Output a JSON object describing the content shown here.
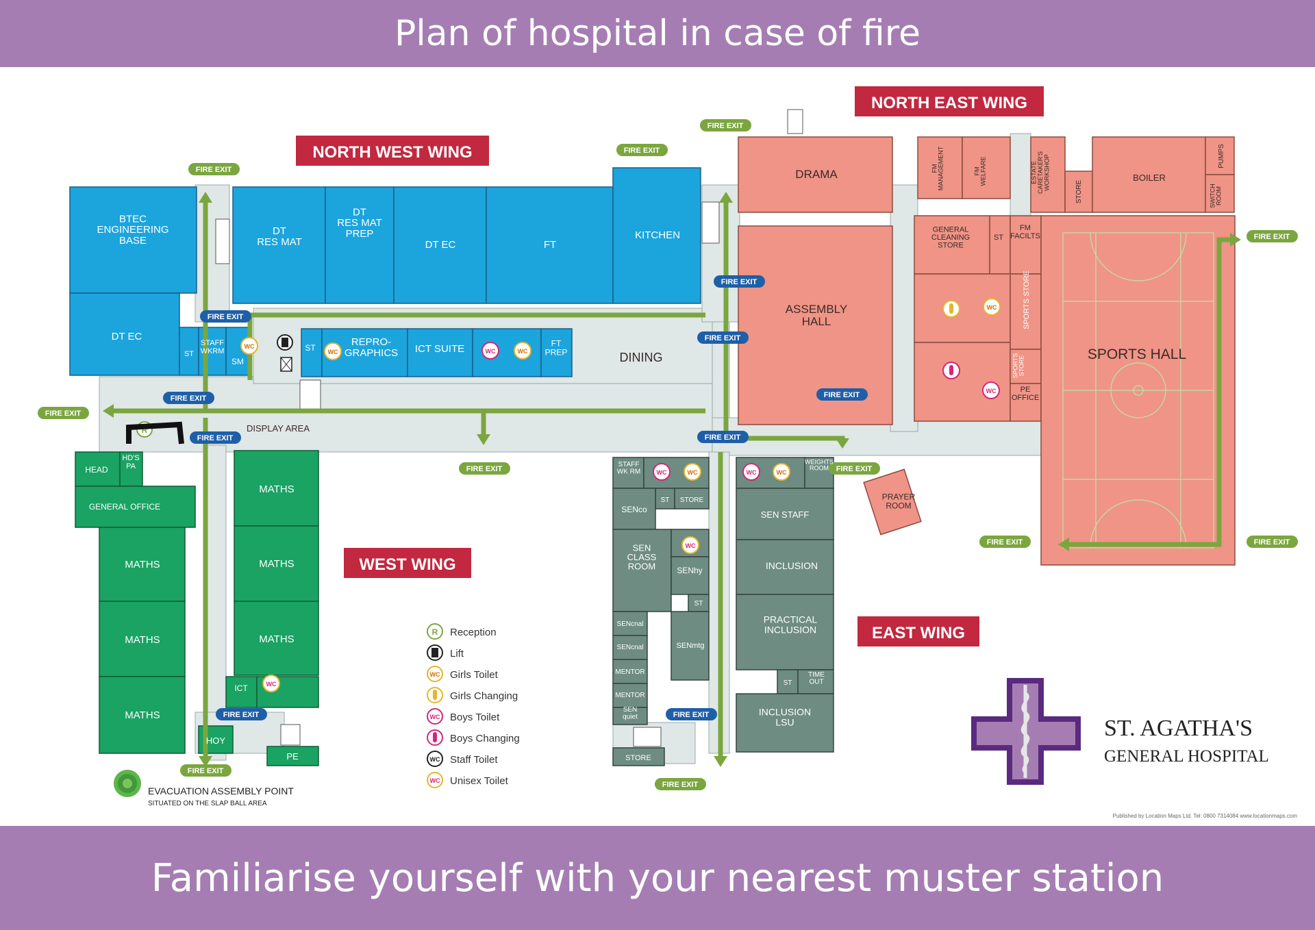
{
  "header": {
    "title": "Plan of hospital in case of fire"
  },
  "footer": {
    "text": "Familiarise yourself with your nearest muster station"
  },
  "wings": {
    "north_west": "NORTH WEST WING",
    "north_east": "NORTH EAST WING",
    "west": "WEST WING",
    "east": "EAST WING"
  },
  "colors": {
    "blue": "#1ca4dd",
    "green": "#1aa363",
    "grey": "#6e8c82",
    "salmon": "#ef9486",
    "corridor": "#dfe7e7",
    "route": "#7ba63f",
    "wing_label_bg": "#c2283f",
    "banner": "#a57db3"
  },
  "rooms": {
    "btec": "BTEC\nENGINEERING\nBASE",
    "dt_res_mat": "DT\nRES MAT",
    "dt_res_mat_prep": "DT\nRES MAT\nPREP",
    "dt_ec_top": "DT EC",
    "ft": "FT",
    "kitchen": "KITCHEN",
    "dt_ec_left": "DT EC",
    "st_nw": "ST",
    "staff_wkrm": "STAFF\nWKRM",
    "sm": "SM",
    "st_nw2": "ST",
    "reprographics": "REPRO-\nGRAPHICS",
    "ict_suite": "ICT SUITE",
    "ft_prep": "FT\nPREP",
    "dining": "DINING",
    "display_area": "DISPLAY AREA",
    "drama": "DRAMA",
    "fm_management": "FM\nMANAGEMENT",
    "fm_welfare": "FM\nWELFARE",
    "estate_caretaker": "ESTATE\nCARETAKER'S\nWORKSHOP",
    "store_ne": "STORE",
    "boiler": "BOILER",
    "pumps": "PUMPS",
    "switch_room": "SWITCH\nROOM",
    "general_cleaning": "GENERAL\nCLEANING\nSTORE",
    "st_ne": "ST",
    "fm_facilts": "FM\nFACILTS",
    "sports_store": "SPORTS STORE",
    "sports_store2": "SPORTS\nSTORE",
    "pe_office": "PE\nOFFICE",
    "assembly_hall": "ASSEMBLY\nHALL",
    "sports_hall": "SPORTS HALL",
    "prayer_room": "PRAYER\nROOM",
    "head": "HEAD",
    "hds_pa": "HD'S\nPA",
    "general_office": "GENERAL OFFICE",
    "maths_1": "MATHS",
    "maths_2": "MATHS",
    "maths_3": "MATHS",
    "maths_4": "MATHS",
    "maths_5": "MATHS",
    "maths_6": "MATHS",
    "ict_w": "ICT",
    "hoy": "HOY",
    "pe_w": "PE",
    "staff_wk_rm": "STAFF\nWK RM",
    "st_e1": "ST",
    "store_e1": "STORE",
    "senco": "SENco",
    "sen_class_room": "SEN\nCLASS\nROOM",
    "senhy": "SENhy",
    "st_e2": "ST",
    "sencnal_1": "SENcnal",
    "sencnal_2": "SENcnal",
    "senmtg": "SENmtg",
    "mentor_1": "MENTOR",
    "mentor_2": "MENTOR",
    "sen_quiet": "SEN\nquiet",
    "store_e2": "STORE",
    "weights_room": "WEIGHTS\nROOM",
    "sen_staff": "SEN STAFF",
    "inclusion": "INCLUSION",
    "practical_inclusion": "PRACTICAL\nINCLUSION",
    "st_e3": "ST",
    "time_out": "TIME\nOUT",
    "inclusion_lsu": "INCLUSION\nLSU"
  },
  "fire_exit_label": "FIRE EXIT",
  "icons": {
    "reception_letter": "R",
    "wc": "WC"
  },
  "legend": [
    {
      "icon": "reception-icon",
      "label": "Reception"
    },
    {
      "icon": "lift-icon",
      "label": "Lift"
    },
    {
      "icon": "girls-toilet-icon",
      "label": "Girls Toilet"
    },
    {
      "icon": "girls-changing-icon",
      "label": "Girls Changing"
    },
    {
      "icon": "boys-toilet-icon",
      "label": "Boys Toilet"
    },
    {
      "icon": "boys-changing-icon",
      "label": "Boys Changing"
    },
    {
      "icon": "staff-toilet-icon",
      "label": "Staff Toilet"
    },
    {
      "icon": "unisex-toilet-icon",
      "label": "Unisex Toilet"
    }
  ],
  "assembly_point": {
    "title": "EVACUATION ASSEMBLY POINT",
    "subtitle": "SITUATED ON THE SLAP BALL AREA"
  },
  "logo": {
    "line1": "ST. AGATHA'S",
    "line2": "GENERAL HOSPITAL"
  },
  "publisher": "Published by Location Maps Ltd. Tel: 0800 7314084  www.locationmaps.com"
}
